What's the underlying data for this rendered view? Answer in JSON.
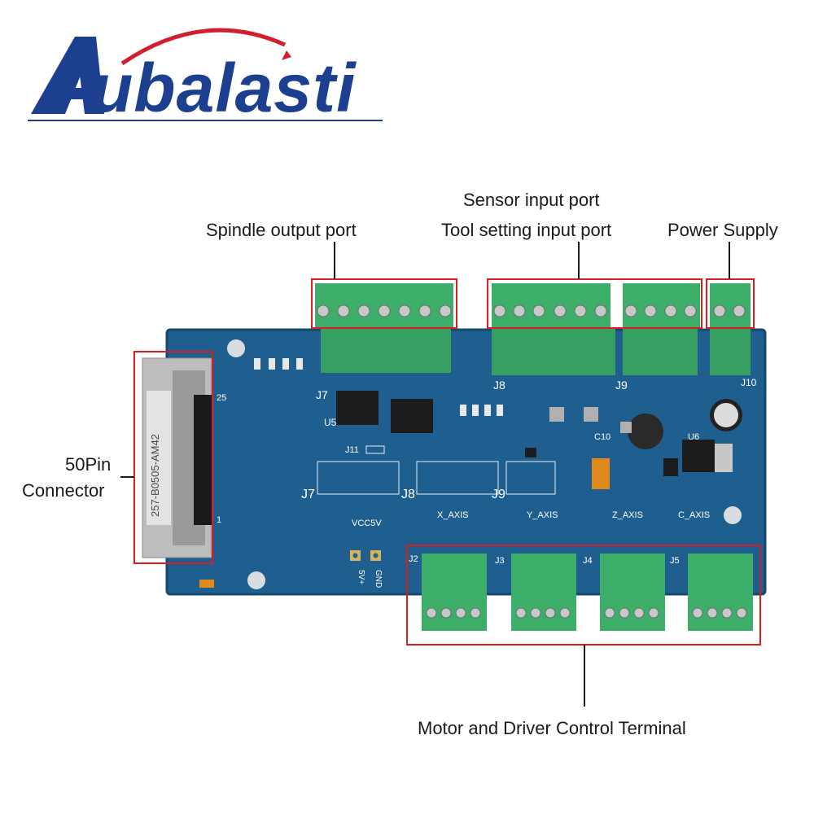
{
  "brand": {
    "logo_text": "ubalasti",
    "logo_initial": "A",
    "colors": {
      "brand_blue": "#1c3f8f",
      "swoosh_red": "#d0202e"
    }
  },
  "callouts": {
    "spindle_output": "Spindle output port",
    "sensor_input": "Sensor input port",
    "tool_setting_input": "Tool setting input port",
    "power_supply": "Power Supply",
    "connector_line1": "50Pin",
    "connector_line2": "Connector",
    "motor_driver": "Motor and Driver Control Terminal"
  },
  "board": {
    "colors": {
      "pcb": "#1f5f8f",
      "terminal_green": "#3dad6a",
      "highlight_red": "#d81e1e"
    },
    "silkscreen": {
      "j7": "J7",
      "j8": "J8",
      "j9": "J9",
      "j10": "J10",
      "j11": "J11",
      "u5": "U5",
      "u6": "U6",
      "c10": "C10",
      "vcc": "VCC5V",
      "x_axis": "X_AXIS",
      "y_axis": "Y_AXIS",
      "z_axis": "Z_AXIS",
      "c_axis": "C_AXIS",
      "j2": "J2",
      "j3": "J3",
      "j4": "J4",
      "j5": "J5",
      "five_v": "5V+",
      "gnd": "GND",
      "connector_part": "257-B0505-AM42",
      "pin25": "25",
      "pin1": "1"
    }
  }
}
